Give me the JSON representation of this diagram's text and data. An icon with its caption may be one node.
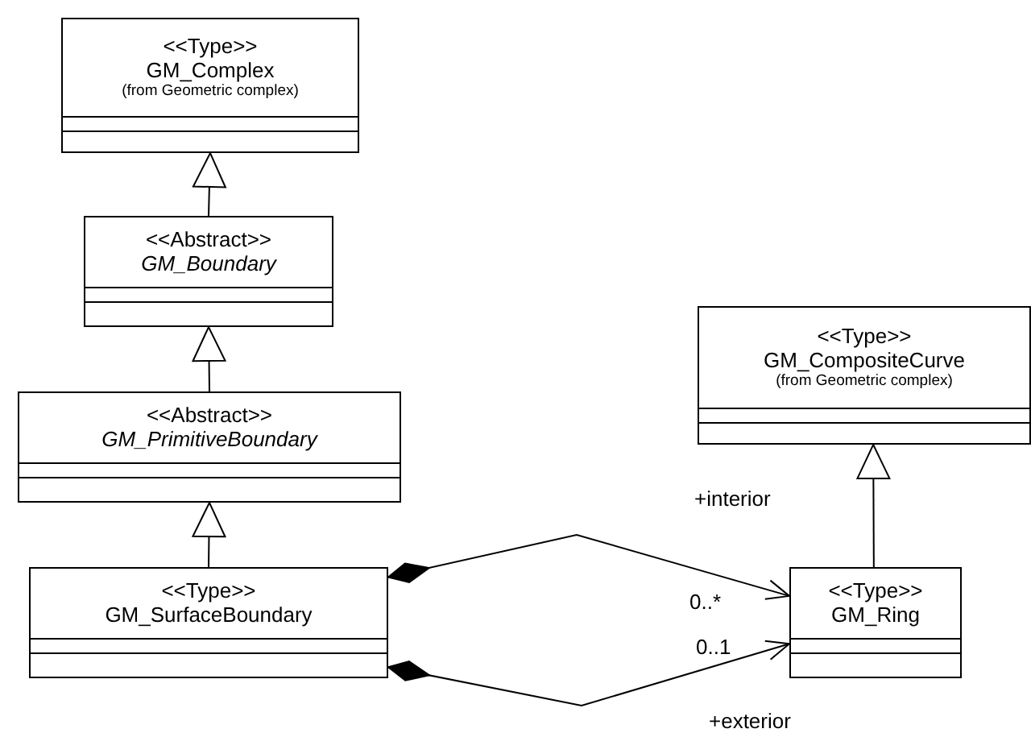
{
  "diagram": {
    "nodes": [
      {
        "text": [
          "<<Type>>",
          "GM_Complex",
          "(from Geometric complex)"
        ]
      },
      {
        "text": [
          "<<Abstract>>",
          "GM_Boundary"
        ]
      },
      {
        "text": [
          "<<Abstract>>",
          "GM_PrimitiveBoundary"
        ]
      },
      {
        "text": [
          "<<Type>>",
          "GM_CompositeCurve",
          "(from Geometric complex)"
        ]
      },
      {
        "text": [
          "<<Type>>",
          "GM_SurfaceBoundary"
        ]
      },
      {
        "text": [
          "<<Type>>",
          "GM_Ring"
        ]
      }
    ],
    "edges": [
      {
        "from": 1,
        "to": 0,
        "arrow": "to"
      },
      {
        "from": 2,
        "to": 1,
        "arrow": "to"
      },
      {
        "from": 4,
        "to": 2,
        "arrow": "to"
      },
      {
        "from": 5,
        "to": 3,
        "arrow": "to"
      },
      {
        "from": 4,
        "to": 5,
        "arrow": "to"
      },
      {
        "from": 4,
        "to": 5,
        "arrow": "to"
      }
    ],
    "labels": [
      "+interior",
      "0..*",
      "0..1",
      "+exterior"
    ]
  }
}
